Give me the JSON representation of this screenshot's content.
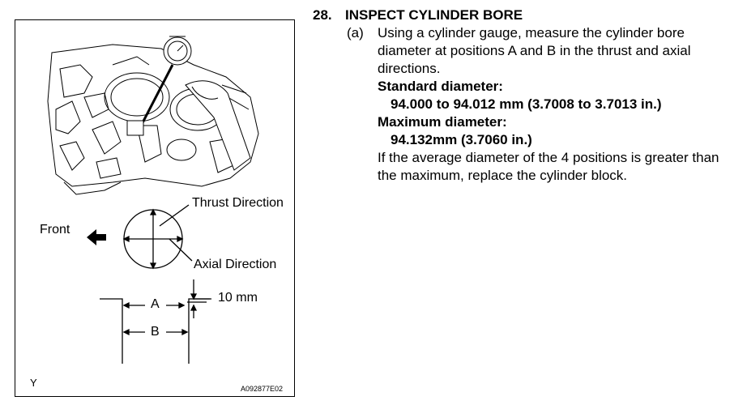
{
  "procedure": {
    "step_number": "28.",
    "step_title": "INSPECT CYLINDER BORE",
    "substep_letter": "(a)",
    "instruction": "Using a cylinder gauge, measure the cylinder bore diameter at positions A and B in the thrust and axial directions.",
    "standard_label": "Standard diameter:",
    "standard_value": "94.000 to 94.012 mm (3.7008 to 3.7013 in.)",
    "maximum_label": "Maximum diameter:",
    "maximum_value": "94.132mm (3.7060 in.)",
    "note": "If the average diameter of the 4 positions is greater than the maximum, replace the cylinder block."
  },
  "figure": {
    "thrust_label": "Thrust Direction",
    "axial_label": "Axial Direction",
    "front_label": "Front",
    "position_a": "A",
    "position_b": "B",
    "offset_label": "10 mm",
    "corner_mark": "Y",
    "figure_id": "A092877E02"
  }
}
